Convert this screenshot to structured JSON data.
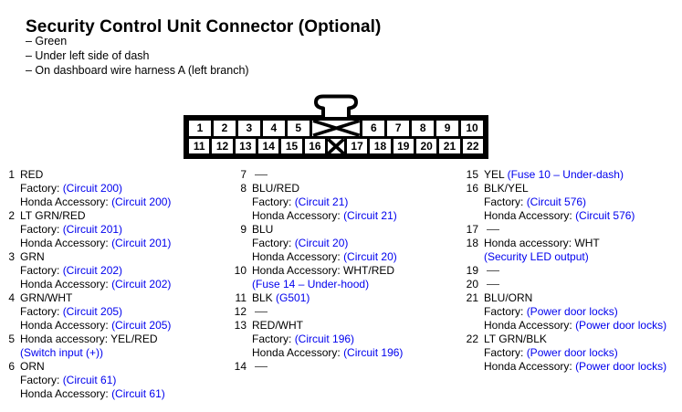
{
  "page": {
    "title": "Security Control Unit Connector (Optional)",
    "bullets": [
      "– Green",
      "– Under left side of dash",
      "– On dashboard wire harness A (left branch)"
    ]
  },
  "colors": {
    "link_blue": "#0000EE",
    "text": "#000000",
    "connector_outline": "#000000",
    "dash_gray": "#555555"
  },
  "connector": {
    "top_cells": [
      {
        "label": "1"
      },
      {
        "label": "2"
      },
      {
        "label": "3"
      },
      {
        "label": "4"
      },
      {
        "label": "5"
      },
      {
        "blocked": true,
        "flex": 2.2
      },
      {
        "label": "6"
      },
      {
        "label": "7"
      },
      {
        "label": "8"
      },
      {
        "label": "9"
      },
      {
        "label": "10"
      }
    ],
    "bottom_cells": [
      {
        "label": "11"
      },
      {
        "label": "12"
      },
      {
        "label": "13"
      },
      {
        "label": "14"
      },
      {
        "label": "15"
      },
      {
        "label": "16"
      },
      {
        "blocked": true,
        "flex": 0.8
      },
      {
        "label": "17"
      },
      {
        "label": "18"
      },
      {
        "label": "19"
      },
      {
        "label": "20"
      },
      {
        "label": "21"
      },
      {
        "label": "22"
      }
    ]
  },
  "pin_columns": [
    [
      {
        "num": "1",
        "head_black": "RED",
        "sub": [
          {
            "black": "Factory: ",
            "blue": "(Circuit 200)"
          },
          {
            "black": "Honda Accessory: ",
            "blue": "(Circuit 200)"
          }
        ]
      },
      {
        "num": "2",
        "head_black": "LT GRN/RED",
        "sub": [
          {
            "black": "Factory: ",
            "blue": "(Circuit 201)"
          },
          {
            "black": "Honda Accessory: ",
            "blue": "(Circuit 201)"
          }
        ]
      },
      {
        "num": "3",
        "head_black": "GRN",
        "sub": [
          {
            "black": "Factory: ",
            "blue": "(Circuit 202)"
          },
          {
            "black": "Honda Accessory: ",
            "blue": "(Circuit 202)"
          }
        ]
      },
      {
        "num": "4",
        "head_black": "GRN/WHT",
        "sub": [
          {
            "black": "Factory: ",
            "blue": "(Circuit 205)"
          },
          {
            "black": "Honda Accessory: ",
            "blue": "(Circuit 205)"
          }
        ]
      },
      {
        "num": "5",
        "head_black": "Honda accessory: YEL/RED",
        "sub": [
          {
            "black": "",
            "blue": "(Switch input (+))"
          }
        ]
      },
      {
        "num": "6",
        "head_black": "ORN",
        "sub": [
          {
            "black": "Factory: ",
            "blue": "(Circuit 61)"
          },
          {
            "black": "Honda Accessory: ",
            "blue": "(Circuit 61)"
          }
        ]
      }
    ],
    [
      {
        "num": "7",
        "dash": true
      },
      {
        "num": "8",
        "head_black": "BLU/RED",
        "sub": [
          {
            "black": "Factory: ",
            "blue": "(Circuit 21)"
          },
          {
            "black": "Honda Accessory: ",
            "blue": "(Circuit 21)"
          }
        ]
      },
      {
        "num": "9",
        "head_black": "BLU",
        "sub": [
          {
            "black": "Factory: ",
            "blue": "(Circuit 20)"
          },
          {
            "black": "Honda Accessory: ",
            "blue": "(Circuit 20)"
          }
        ]
      },
      {
        "num": "10",
        "head_black": "Honda Accessory: WHT/RED",
        "sub": [
          {
            "black": "",
            "blue": "(Fuse 14 – Under-hood)"
          }
        ]
      },
      {
        "num": "11",
        "head_black": "BLK",
        "head_blue": "(G501)"
      },
      {
        "num": "12",
        "dash": true
      },
      {
        "num": "13",
        "head_black": "RED/WHT",
        "sub": [
          {
            "black": "Factory: ",
            "blue": "(Circuit 196)"
          },
          {
            "black": "Honda Accessory: ",
            "blue": "(Circuit 196)"
          }
        ]
      },
      {
        "num": "14",
        "dash": true
      }
    ],
    [
      {
        "num": "15",
        "head_black": "YEL",
        "head_blue": "(Fuse 10 – Under-dash)"
      },
      {
        "num": "16",
        "head_black": "BLK/YEL",
        "sub": [
          {
            "black": "Factory: ",
            "blue": "(Circuit 576)"
          },
          {
            "black": "Honda Accessory: ",
            "blue": "(Circuit 576)"
          }
        ]
      },
      {
        "num": "17",
        "dash": true
      },
      {
        "num": "18",
        "head_black": "Honda accessory: WHT",
        "sub": [
          {
            "black": "",
            "blue": "(Security LED output)"
          }
        ]
      },
      {
        "num": "19",
        "dash": true
      },
      {
        "num": "20",
        "dash": true
      },
      {
        "num": "21",
        "head_black": "BLU/ORN",
        "sub": [
          {
            "black": "Factory: ",
            "blue": "(Power door locks)"
          },
          {
            "black": "Honda Accessory: ",
            "blue": "(Power door locks)"
          }
        ]
      },
      {
        "num": "22",
        "head_black": "LT GRN/BLK",
        "sub": [
          {
            "black": "Factory: ",
            "blue": "(Power door locks)"
          },
          {
            "black": "Honda Accessory: ",
            "blue": "(Power door locks)"
          }
        ]
      }
    ]
  ]
}
